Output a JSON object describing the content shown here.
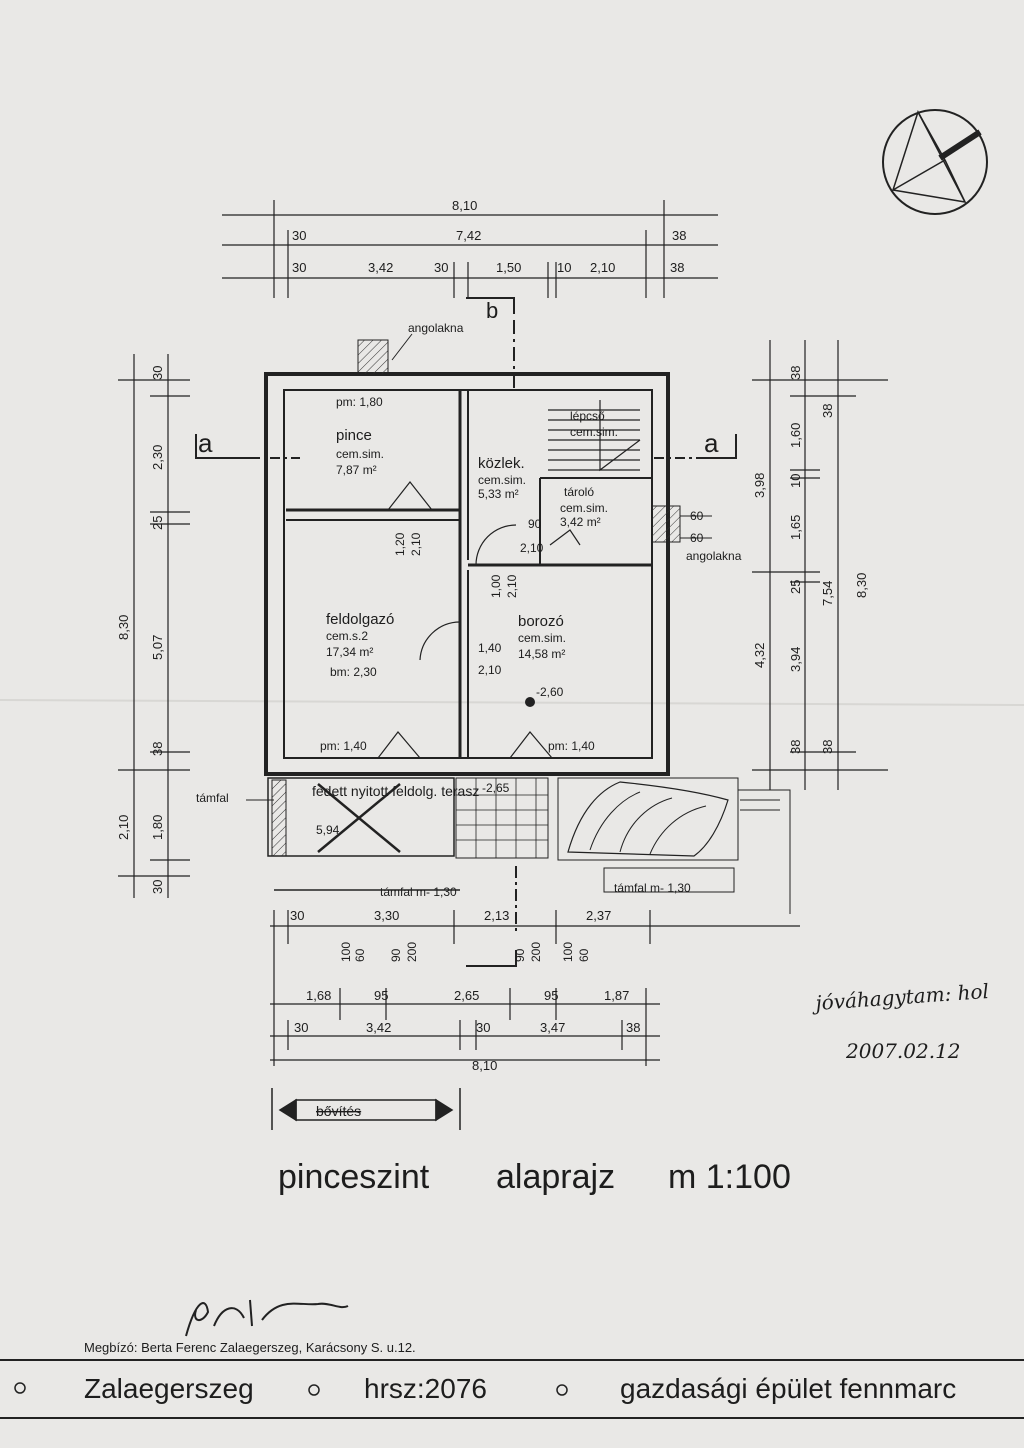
{
  "drawing": {
    "title_words": [
      "pinceszint",
      "alaprajz",
      "m 1:100"
    ],
    "extension_label": "bővítés",
    "client": "Megbízó: Berta Ferenc Zalaegerszeg, Karácsony S. u.12.",
    "titleblock": {
      "city": "Zalaegerszeg",
      "plot": "hrsz:2076",
      "project": "gazdasági épület fennmarc"
    },
    "approval": {
      "note": "jóváhagytam: hol",
      "date": "2007.02.12"
    },
    "section_marks": {
      "a": "a",
      "b": "b"
    }
  },
  "rooms": [
    {
      "name": "pince",
      "floor": "cem.sim.",
      "area": "7,87 m²",
      "level": "pm: 1,80"
    },
    {
      "name": "közlek.",
      "floor": "cem.sim.",
      "area": "5,33 m²"
    },
    {
      "name": "lépcső",
      "floor": "cem.sim."
    },
    {
      "name": "tároló",
      "floor": "cem.sim.",
      "area": "3,42 m²"
    },
    {
      "name": "feldolgazó",
      "floor": "cem.s.2",
      "area": "17,34 m²",
      "height": "bm: 2,30",
      "level": "pm: 1,40"
    },
    {
      "name": "borozó",
      "floor": "cem.sim.",
      "area": "14,58 m²",
      "level": "pm: 1,40",
      "spot": "-2,60"
    },
    {
      "name": "fedett nyitott feldolg. terasz",
      "area": "5,94"
    }
  ],
  "labels": {
    "angolakna": "angolakna",
    "tamfal": "támfal",
    "tamfal_1": "támfal m- 1,30",
    "tamfal_2": "támfal m- 1,30",
    "level_265": "-2,65"
  },
  "dims": {
    "top": [
      "8,10",
      "30",
      "7,42",
      "38",
      "30",
      "3,42",
      "30",
      "1,50",
      "10",
      "2,10",
      "38"
    ],
    "left": [
      "30",
      "2,30",
      "25",
      "8,30",
      "5,07",
      "38",
      "2,10",
      "1,80",
      "30"
    ],
    "right": [
      "38",
      "38",
      "1,60",
      "3,98",
      "10",
      "1,65",
      "25",
      "7,54",
      "8,30",
      "4,32",
      "3,94",
      "38",
      "38"
    ],
    "bottom": [
      "30",
      "3,30",
      "2,13",
      "2,37",
      "1,68",
      "95",
      "2,65",
      "95",
      "1,87",
      "30",
      "3,42",
      "30",
      "3,47",
      "38",
      "8,10"
    ],
    "openings": [
      "1,20",
      "2,10",
      "90",
      "2,10",
      "1,00",
      "2,10",
      "1,40",
      "2,10",
      "60",
      "60",
      "100",
      "60",
      "90",
      "200",
      "90",
      "200",
      "100",
      "60"
    ]
  }
}
